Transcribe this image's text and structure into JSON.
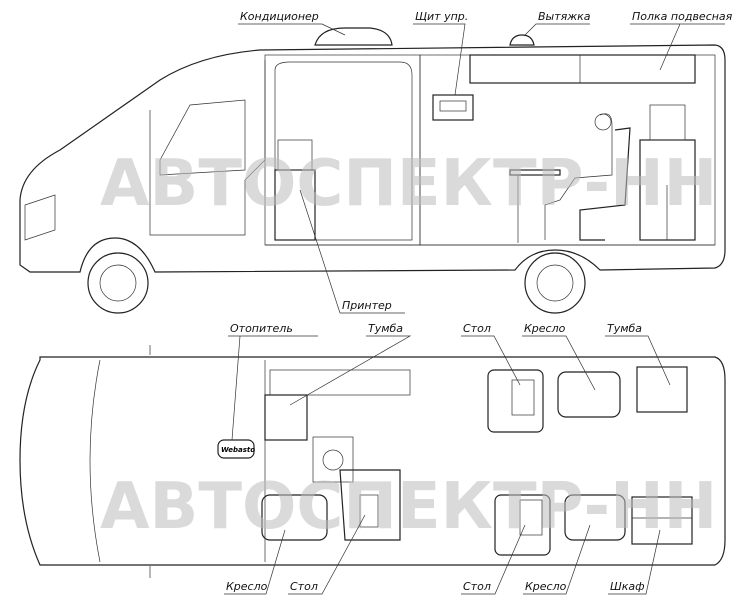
{
  "watermark": "АВТОСПЕКТР-НН",
  "heater_brand": "Webasto",
  "side_view": {
    "labels": {
      "air_conditioner": "Кондиционер",
      "control_panel": "Щит упр.",
      "exhaust": "Вытяжка",
      "hanging_shelf": "Полка подвесная",
      "printer": "Принтер"
    }
  },
  "top_view": {
    "top_labels": {
      "heater": "Отопитель",
      "cabinet_left": "Тумба",
      "table_right": "Стол",
      "chair_right": "Кресло",
      "cabinet_right": "Тумба"
    },
    "bottom_labels": {
      "chair_left": "Кресло",
      "table_left": "Стол",
      "table_middle": "Стол",
      "chair_middle": "Кресло",
      "wardrobe": "Шкаф"
    }
  }
}
